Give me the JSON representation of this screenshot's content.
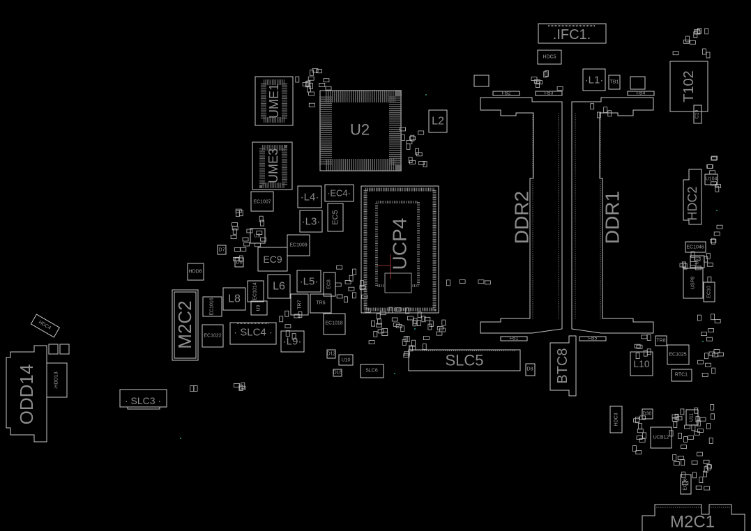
{
  "board": {
    "components": {
      "IFC1": ".IFC1.",
      "HDC5": "HDC5",
      "L1": "·L1·",
      "TB1": "TB1",
      "T102": "T102",
      "C19": "C19",
      "DDR2": "DDR2",
      "DDR1": "DDR1",
      "HDC2": "HDC2",
      "U104": "U104",
      "EC1046": "EC1046",
      "U7": "U7",
      "USP8": "USP8",
      "EC10": "EC10",
      "BTC8": "BTC8",
      "D8": "D8",
      "TR8": "TR8",
      "L10": "L10",
      "EC1025": "EC1025",
      "RTC1": "RTC1",
      "SLC5": "SLC5",
      "UCP4": "UCP4",
      "U2": "U2",
      "UME1": "UME1",
      "UME3": "UME3",
      "L2": "L2",
      "L4": "·L4·",
      "EC4": "·EC4·",
      "L3": "·L3·",
      "EC5": "EC5",
      "EC1007": "EC1007",
      "U5": "U5",
      "EC1009": "EC1009",
      "EC9": "EC9",
      "D7": "D7",
      "D6": "D6",
      "HDD6": "HDD6",
      "L6": "L6",
      "L5": "·L5·",
      "EC8": "EC8",
      "TR7": "TR7",
      "TR6": "TR6",
      "L8": "L8",
      "EC1014": "EC1014",
      "EC1016": "EC1016",
      "U9": "U9",
      "M2C2": "M2C2",
      "SLC4": "· SLC4 ·",
      "EC1022": "EC1022",
      "L9": "·L9·",
      "EC1018": "EC1018",
      "D12": "D12",
      "U10": "U10",
      "D16": "D16",
      "SLC6": "SLC6",
      "ODD14": "ODD14",
      "HDD13": "·HDD13·",
      "HDC4": "HDC4",
      "SLC3": "· SLC3 ·",
      "HDC3": "HDC3",
      "D30": "D30",
      "UCB12": "UCB12",
      "U11": "U11",
      "EC16": "EC16",
      "M2C1": "M2C1",
      "FB1": "FB1",
      "FB2": "FB2",
      "FB3": "FB3",
      "FB4": "FB4",
      "FB5": "FB5"
    }
  }
}
